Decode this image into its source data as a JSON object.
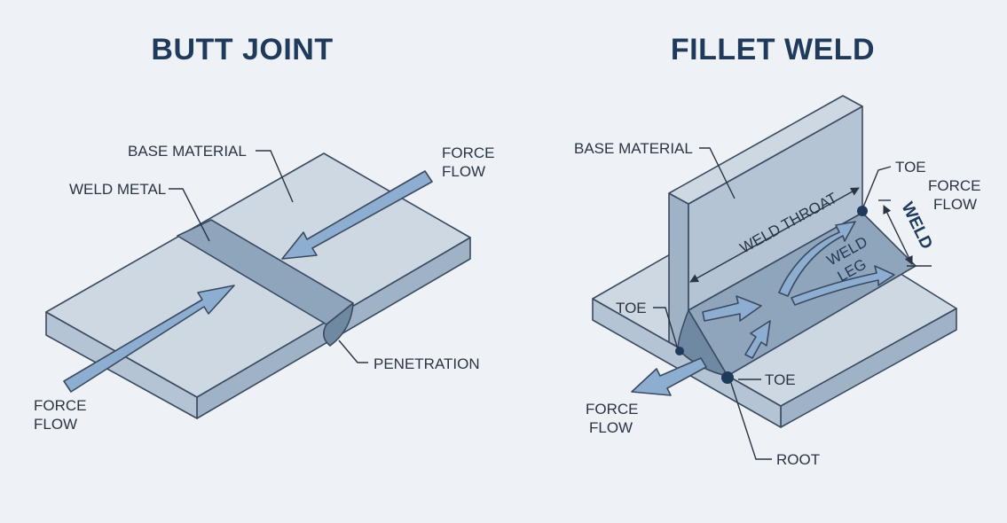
{
  "palette": {
    "background": "#eef2f6",
    "plate_top": "#cdd8e3",
    "plate_side": "#9fb2c6",
    "plate_front": "#b4c4d4",
    "weld": "#8fa5bb",
    "weld_dark": "#6f89a3",
    "arrow": "#8eaed1",
    "outline": "#3a4a60",
    "title": "#1f3a5a",
    "point": "#1f3a5a"
  },
  "butt_joint": {
    "title": "BUTT JOINT",
    "labels": {
      "base_material": "BASE MATERIAL",
      "weld_metal": "WELD METAL",
      "penetration": "PENETRATION",
      "force_flow_top": [
        "FORCE",
        "FLOW"
      ],
      "force_flow_bottom": [
        "FORCE",
        "FLOW"
      ]
    }
  },
  "fillet_weld": {
    "title": "FILLET WELD",
    "labels": {
      "base_material": "BASE MATERIAL",
      "weld_throat": "WELD THROAT",
      "weld_leg": [
        "WELD",
        "LEG"
      ],
      "weld_vertical": "WELD",
      "toe_top": "TOE",
      "toe_left": "TOE",
      "toe_bottom": "TOE",
      "root": "ROOT",
      "force_flow_right": [
        "FORCE",
        "FLOW"
      ],
      "force_flow_bottom": [
        "FORCE",
        "FLOW"
      ]
    }
  }
}
